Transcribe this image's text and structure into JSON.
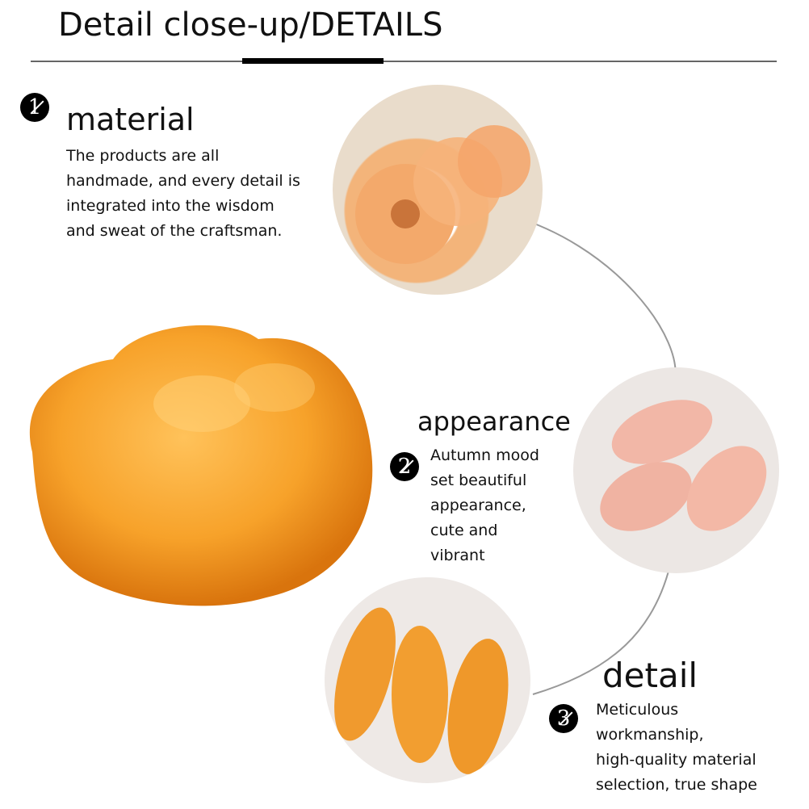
{
  "header": {
    "title": "Detail close-up/DETAILS"
  },
  "sections": [
    {
      "number": "1",
      "heading": "material",
      "text": [
        "The products are all",
        "handmade, and every detail is",
        "integrated into the wisdom",
        "and sweat of the craftsman."
      ]
    },
    {
      "number": "2",
      "heading": "appearance",
      "text": [
        "Autumn mood",
        "set beautiful",
        "appearance,",
        "cute and",
        "vibrant"
      ]
    },
    {
      "number": "3",
      "heading": "detail",
      "text": [
        "Meticulous",
        "workmanship,",
        "high-quality material",
        "selection, true shape"
      ]
    }
  ],
  "colors": {
    "accent": "#000000",
    "bread": "#f39a1e",
    "rule": "#666666"
  }
}
